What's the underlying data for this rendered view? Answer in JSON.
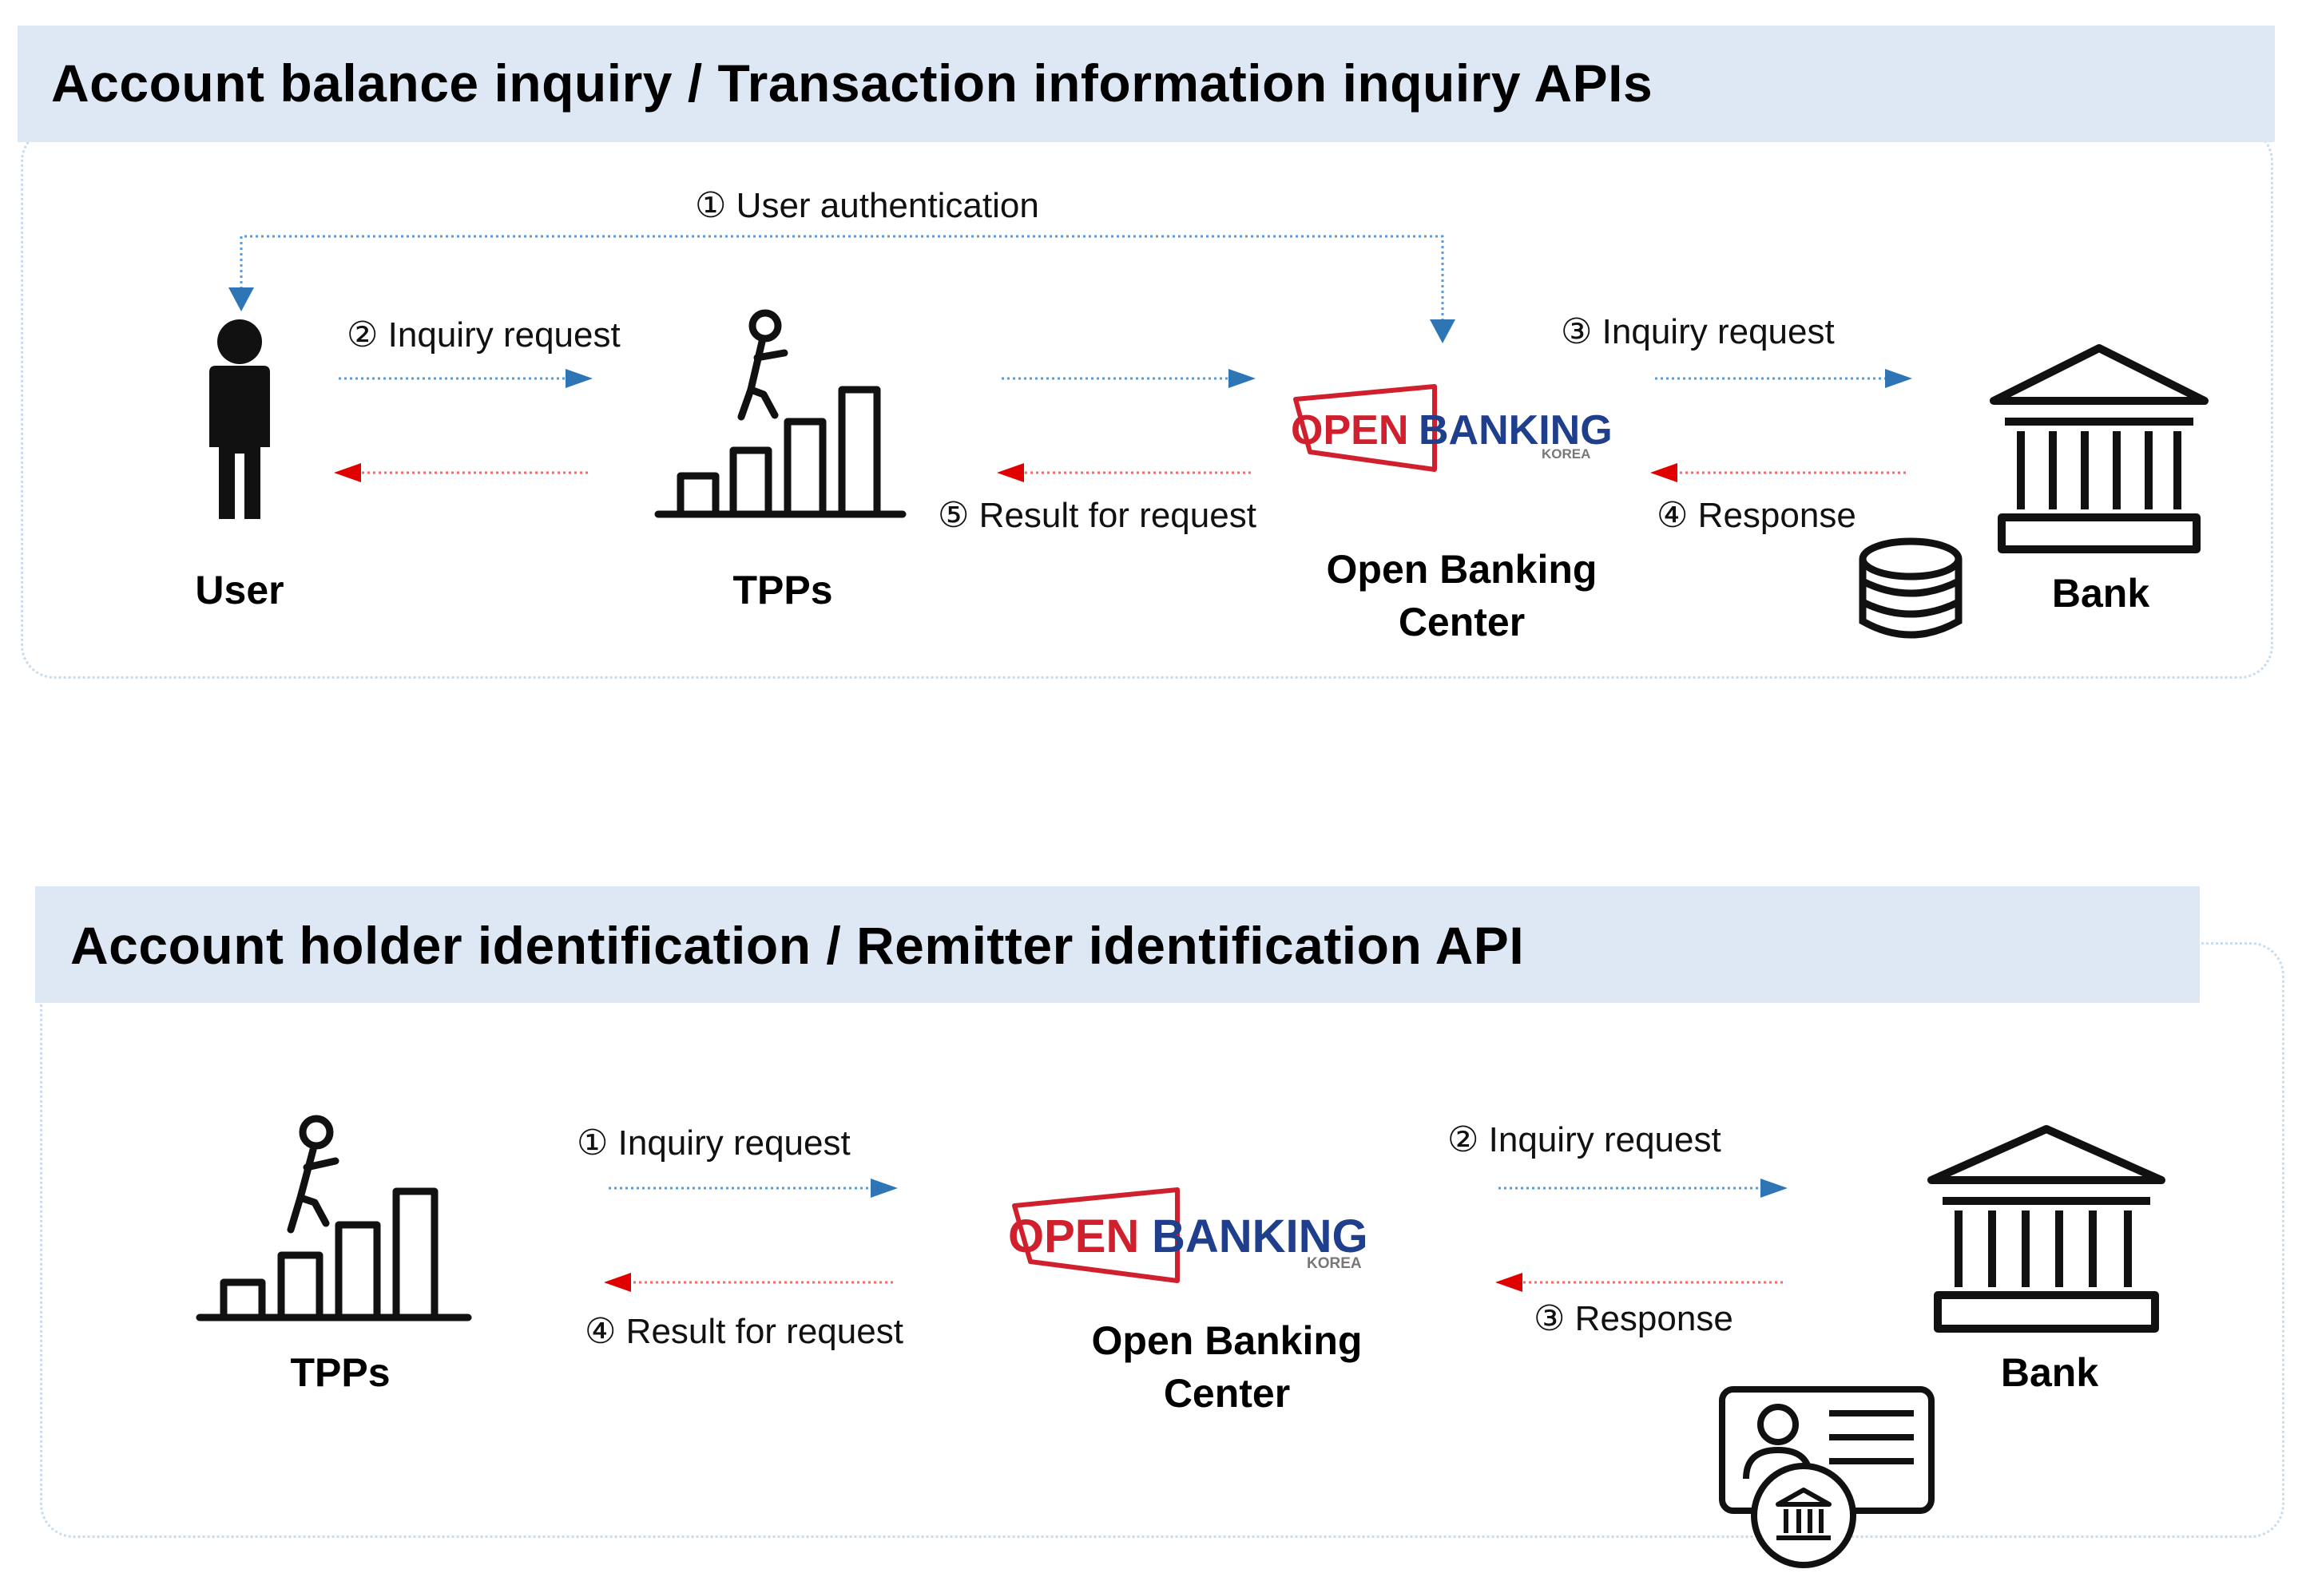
{
  "colors": {
    "title_bar": "#dde8f4",
    "frame_border": "#c9dcec",
    "request_arrow": "#2e75b6",
    "response_arrow": "#e00000",
    "auth_line": "#5b9bd5",
    "logo_red": "#d0202e",
    "logo_blue": "#1f3e8c"
  },
  "panel1": {
    "title": "Account balance inquiry / Transaction information inquiry APIs",
    "actors": {
      "user": "User",
      "tpps": "TPPs",
      "center_line1": "Open Banking",
      "center_line2": "Center",
      "bank": "Bank"
    },
    "steps": {
      "s1": "① User authentication",
      "s2": "② Inquiry request",
      "s3": "③ Inquiry request",
      "s4": "④ Response",
      "s5": "⑤ Result for request"
    }
  },
  "panel2": {
    "title": "Account holder identification / Remitter identification API",
    "actors": {
      "tpps": "TPPs",
      "center_line1": "Open Banking",
      "center_line2": "Center",
      "bank": "Bank"
    },
    "steps": {
      "s1": "① Inquiry request",
      "s2": "② Inquiry request",
      "s3": "③ Response",
      "s4": "④ Result for request"
    }
  },
  "logo": {
    "part1": "OPEN",
    "part2": "BANKING",
    "sub": "KOREA"
  },
  "icons": [
    "person-icon",
    "climbing-chart-icon",
    "bank-building-icon",
    "database-icon",
    "id-card-bank-icon"
  ]
}
